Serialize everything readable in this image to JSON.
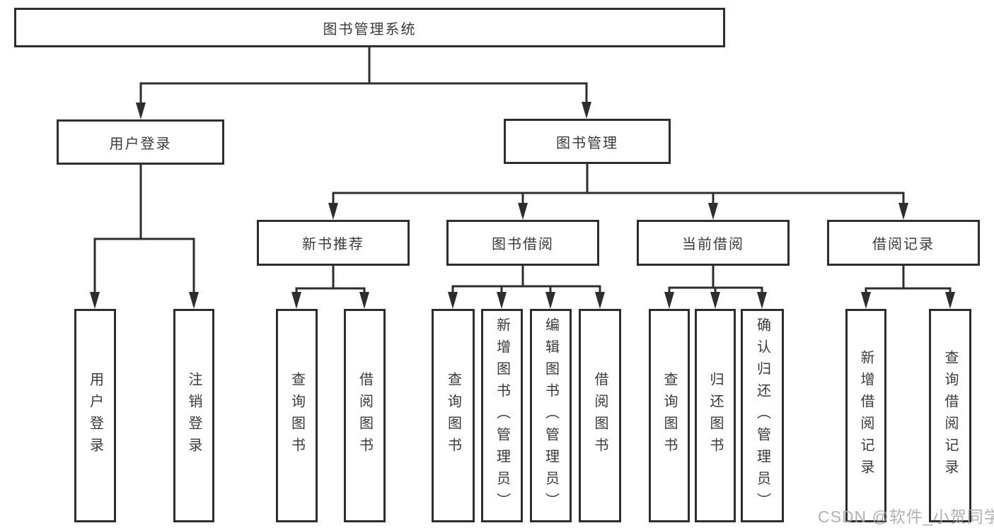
{
  "diagram": {
    "title": "图书管理系统",
    "nodes": {
      "root": "图书管理系统",
      "l2_user_login": "用户登录",
      "l2_book_mgmt": "图书管理",
      "l3_new_books": "新书推荐",
      "l3_book_borrow": "图书借阅",
      "l3_current_borrow": "当前借阅",
      "l3_borrow_records": "借阅记录",
      "leaf_user_login": "用户登录",
      "leaf_logout": "注销登录",
      "leaf_nb_query": "查询图书",
      "leaf_nb_borrow": "借阅图书",
      "leaf_bb_query": "查询图书",
      "leaf_bb_add": "新增图书（管理员）",
      "leaf_bb_edit": "编辑图书（管理员）",
      "leaf_bb_borrow": "借阅图书",
      "leaf_cb_query": "查询图书",
      "leaf_cb_return": "归还图书",
      "leaf_cb_confirm": "确认归还（管理员）",
      "leaf_br_add": "新增借阅记录",
      "leaf_br_query": "查询借阅记录"
    },
    "hierarchy": [
      {
        "parent": "图书管理系统",
        "children": [
          "用户登录",
          "图书管理"
        ]
      },
      {
        "parent": "用户登录",
        "children": [
          "用户登录",
          "注销登录"
        ]
      },
      {
        "parent": "图书管理",
        "children": [
          "新书推荐",
          "图书借阅",
          "当前借阅",
          "借阅记录"
        ]
      },
      {
        "parent": "新书推荐",
        "children": [
          "查询图书",
          "借阅图书"
        ]
      },
      {
        "parent": "图书借阅",
        "children": [
          "查询图书",
          "新增图书（管理员）",
          "编辑图书（管理员）",
          "借阅图书"
        ]
      },
      {
        "parent": "当前借阅",
        "children": [
          "查询图书",
          "归还图书",
          "确认归还（管理员）"
        ]
      },
      {
        "parent": "借阅记录",
        "children": [
          "新增借阅记录",
          "查询借阅记录"
        ]
      }
    ],
    "colors": {
      "line": "#2e2e2e",
      "text": "#3a3a3a",
      "background": "#ffffff",
      "watermark": "#a9a9a9"
    },
    "watermark": "CSDN @软件_小贺同学"
  }
}
